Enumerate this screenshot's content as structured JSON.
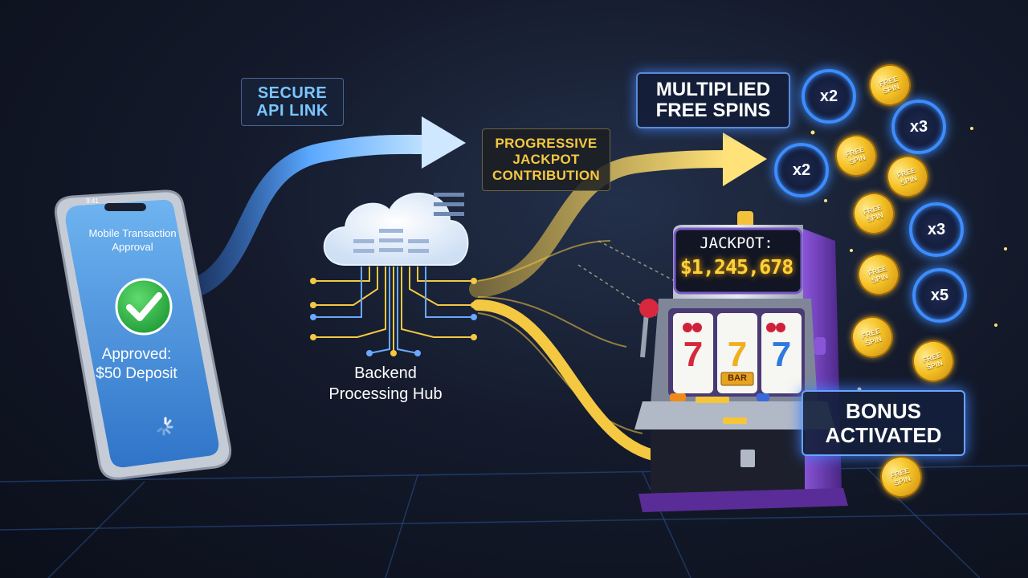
{
  "phone": {
    "title_lines": [
      "Mobile Transaction",
      "Approval"
    ],
    "status_lines": [
      "Approved:",
      "$50 Deposit"
    ],
    "status_time": "9:41"
  },
  "api_link": {
    "lines": [
      "SECURE",
      "API LINK"
    ]
  },
  "hub": {
    "lines": [
      "Backend",
      "Processing Hub"
    ]
  },
  "jackpot_contribution": {
    "lines": [
      "PROGRESSIVE",
      "JACKPOT",
      "CONTRIBUTION"
    ]
  },
  "free_spins": {
    "lines": [
      "MULTIPLIED",
      "FREE SPINS"
    ]
  },
  "slot_machine": {
    "jackpot_label": "JACKPOT:",
    "jackpot_amount": "$1,245,678",
    "reels": [
      "7",
      "7",
      "7"
    ],
    "bar_label": "BAR"
  },
  "bonus": {
    "lines": [
      "BONUS",
      "ACTIVATED"
    ]
  },
  "multipliers": [
    "x2",
    "x3",
    "x2",
    "x3",
    "x5"
  ],
  "coin_text": [
    "FREE",
    "SPIN"
  ],
  "colors": {
    "api_arrow": "#5aa8ff",
    "jackpot_arrow": "#f5c842",
    "success": "#2fb84a",
    "badge_glow": "#3d8dff",
    "machine_purple": "#6b3fb0"
  }
}
